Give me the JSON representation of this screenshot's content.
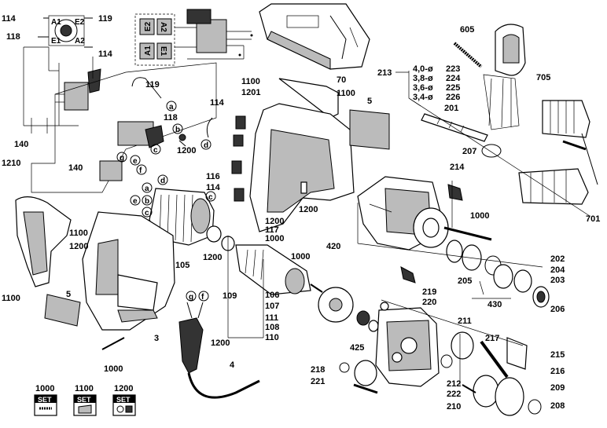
{
  "callouts": [
    {
      "id": "c114a",
      "text": "114"
    },
    {
      "id": "c119a",
      "text": "119"
    },
    {
      "id": "c118a",
      "text": "118"
    },
    {
      "id": "c114b",
      "text": "114"
    },
    {
      "id": "c140a",
      "text": "140"
    },
    {
      "id": "c1210",
      "text": "1210"
    },
    {
      "id": "c119b",
      "text": "119"
    },
    {
      "id": "c118b",
      "text": "118"
    },
    {
      "id": "c1200a",
      "text": "1200"
    },
    {
      "id": "c140b",
      "text": "140"
    },
    {
      "id": "c1100a",
      "text": "1100"
    },
    {
      "id": "c1201",
      "text": "1201"
    },
    {
      "id": "c114c",
      "text": "114"
    },
    {
      "id": "c116",
      "text": "116"
    },
    {
      "id": "c114d",
      "text": "114"
    },
    {
      "id": "c1100b",
      "text": "1100"
    },
    {
      "id": "c5a",
      "text": "5"
    },
    {
      "id": "c70",
      "text": "70"
    },
    {
      "id": "c605",
      "text": "605"
    },
    {
      "id": "c705",
      "text": "705"
    },
    {
      "id": "c213",
      "text": "213"
    },
    {
      "id": "c201",
      "text": "201"
    },
    {
      "id": "c207",
      "text": "207"
    },
    {
      "id": "c214",
      "text": "214"
    },
    {
      "id": "c1200b",
      "text": "1200"
    },
    {
      "id": "c1200c",
      "text": "1200"
    },
    {
      "id": "c117",
      "text": "117"
    },
    {
      "id": "c1000a",
      "text": "1000"
    },
    {
      "id": "c1000b",
      "text": "1000"
    },
    {
      "id": "c701",
      "text": "701"
    },
    {
      "id": "c1100c",
      "text": "1100"
    },
    {
      "id": "c1200d",
      "text": "1200"
    },
    {
      "id": "c1200e",
      "text": "1200"
    },
    {
      "id": "c105",
      "text": "105"
    },
    {
      "id": "c109",
      "text": "109"
    },
    {
      "id": "c106",
      "text": "106"
    },
    {
      "id": "c107",
      "text": "107"
    },
    {
      "id": "c111",
      "text": "111"
    },
    {
      "id": "c108",
      "text": "108"
    },
    {
      "id": "c110",
      "text": "110"
    },
    {
      "id": "c1000c",
      "text": "1000"
    },
    {
      "id": "c420",
      "text": "420"
    },
    {
      "id": "c202",
      "text": "202"
    },
    {
      "id": "c205",
      "text": "205"
    },
    {
      "id": "c204",
      "text": "204"
    },
    {
      "id": "c203",
      "text": "203"
    },
    {
      "id": "c430",
      "text": "430"
    },
    {
      "id": "c206",
      "text": "206"
    },
    {
      "id": "c219",
      "text": "219"
    },
    {
      "id": "c220",
      "text": "220"
    },
    {
      "id": "c1100d",
      "text": "1100"
    },
    {
      "id": "c5b",
      "text": "5"
    },
    {
      "id": "c3",
      "text": "3"
    },
    {
      "id": "c1200f",
      "text": "1200"
    },
    {
      "id": "c4",
      "text": "4"
    },
    {
      "id": "c1000d",
      "text": "1000"
    },
    {
      "id": "c425",
      "text": "425"
    },
    {
      "id": "c211",
      "text": "211"
    },
    {
      "id": "c217",
      "text": "217"
    },
    {
      "id": "c215",
      "text": "215"
    },
    {
      "id": "c218",
      "text": "218"
    },
    {
      "id": "c221",
      "text": "221"
    },
    {
      "id": "c212",
      "text": "212"
    },
    {
      "id": "c222",
      "text": "222"
    },
    {
      "id": "c216",
      "text": "216"
    },
    {
      "id": "c209",
      "text": "209"
    },
    {
      "id": "c210",
      "text": "210"
    },
    {
      "id": "c208",
      "text": "208"
    }
  ],
  "letters": [
    {
      "id": "la1",
      "text": "a"
    },
    {
      "id": "lb1",
      "text": "b"
    },
    {
      "id": "lc1",
      "text": "c"
    },
    {
      "id": "ld1",
      "text": "d"
    },
    {
      "id": "le1",
      "text": "e"
    },
    {
      "id": "lf1",
      "text": "f"
    },
    {
      "id": "lg1",
      "text": "g"
    },
    {
      "id": "ld2",
      "text": "d"
    },
    {
      "id": "la2",
      "text": "a"
    },
    {
      "id": "lb2",
      "text": "b"
    },
    {
      "id": "lc2",
      "text": "c"
    },
    {
      "id": "le2",
      "text": "e"
    },
    {
      "id": "lc3",
      "text": "c"
    },
    {
      "id": "lg2",
      "text": "g"
    },
    {
      "id": "lf2",
      "text": "f"
    }
  ],
  "terminals": {
    "a1": "A1",
    "e2": "E2",
    "e1": "E1",
    "a2": "A2"
  },
  "bearing_sizes": [
    {
      "size": "4,0-ø",
      "num": "223"
    },
    {
      "size": "3,8-ø",
      "num": "224"
    },
    {
      "size": "3,6-ø",
      "num": "225"
    },
    {
      "size": "3,4-ø",
      "num": "226"
    }
  ],
  "legend": [
    {
      "num": "1000",
      "badge": "SET"
    },
    {
      "num": "1100",
      "badge": "SET"
    },
    {
      "num": "1200",
      "badge": "SET"
    }
  ]
}
